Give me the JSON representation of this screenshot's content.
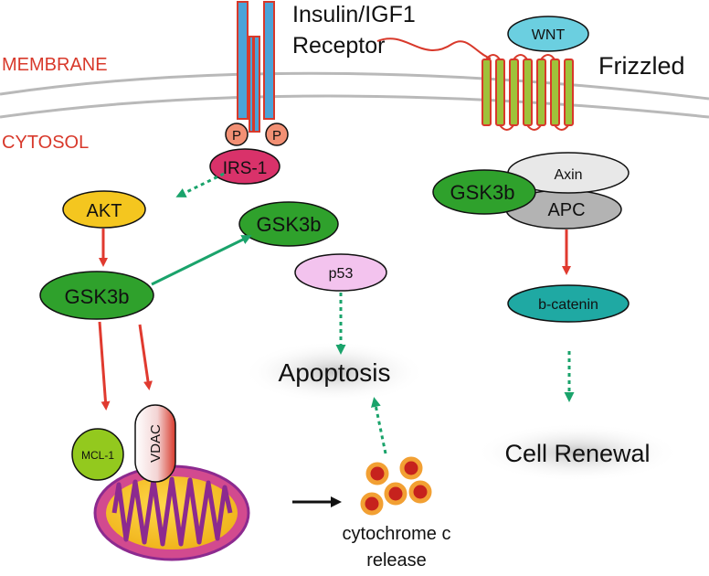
{
  "compartments": {
    "membrane": "MEMBRANE",
    "cytosol": "CYTOSOL"
  },
  "receptors": {
    "insulin_line1": "Insulin/IGF1",
    "insulin_line2": "Receptor",
    "frizzled": "Frizzled",
    "wnt": "WNT"
  },
  "phospho": [
    "P",
    "P"
  ],
  "nodes": {
    "irs1": "IRS-1",
    "akt": "AKT",
    "gsk3b_left": "GSK3b",
    "gsk3b_mid": "GSK3b",
    "p53": "p53",
    "axin": "Axin",
    "gsk3b_right": "GSK3b",
    "apc": "APC",
    "bcatenin": "b-catenin",
    "mcl1": "MCL-1",
    "vdac": "VDAC"
  },
  "outcomes": {
    "apoptosis": "Apoptosis",
    "cell_renewal": "Cell Renewal",
    "cytc_line1": "cytochrome c",
    "cytc_line2": "release"
  },
  "colors": {
    "label_red": "#d8392b",
    "arrow_red": "#e03a2f",
    "arrow_green": "#1aa36b",
    "gsk_green": "#2fa12c",
    "akt_yellow": "#f4c61f",
    "irs_pink": "#d9326a",
    "p53_pink": "#f3c3ee",
    "bcatenin_teal": "#1fa9a3",
    "wnt_cyan": "#6bcfe0",
    "receptor_blue": "#4aa3d8",
    "frizzled_olive": "#9fc23a",
    "mito_purple": "#8c2a8f",
    "mcl_green": "#93c91e",
    "cytc_red": "#c6221d",
    "cytc_orange": "#f2a033"
  }
}
